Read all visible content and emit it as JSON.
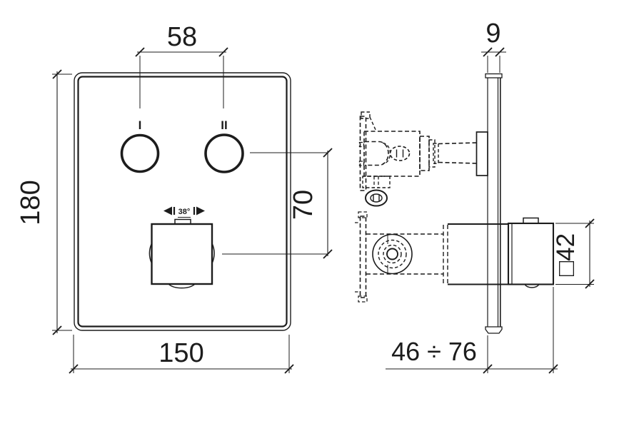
{
  "colors": {
    "line": "#1c1c1c",
    "background": "#ffffff"
  },
  "front_view": {
    "dim_knob_spacing": "58",
    "dim_height": "180",
    "dim_width": "150",
    "dim_knob_offset": "70",
    "knob1_label": "I",
    "knob2_label": "II",
    "temp_stop_label": "38°"
  },
  "side_view": {
    "dim_plate_thickness": "9",
    "dim_depth_range": "46 ÷ 76",
    "dim_handle_size": "□42"
  }
}
